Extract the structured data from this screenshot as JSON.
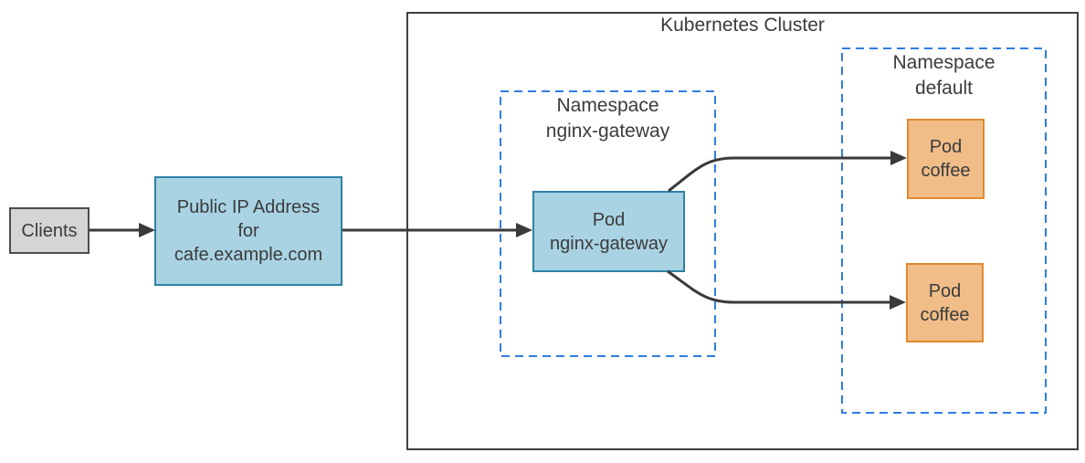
{
  "title": "Kubernetes Cluster",
  "nodes": {
    "clients": {
      "label": "Clients"
    },
    "public_ip": {
      "lines": [
        "Public IP Address",
        "for",
        "cafe.example.com"
      ]
    },
    "pod_gateway": {
      "lines": [
        "Pod",
        "nginx-gateway"
      ]
    },
    "pod_coffee_1": {
      "lines": [
        "Pod",
        "coffee"
      ]
    },
    "pod_coffee_2": {
      "lines": [
        "Pod",
        "coffee"
      ]
    }
  },
  "namespaces": {
    "nginx_gateway": {
      "lines": [
        "Namespace",
        "nginx-gateway"
      ]
    },
    "default": {
      "lines": [
        "Namespace",
        "default"
      ]
    }
  },
  "edges": [
    {
      "from": "clients",
      "to": "public_ip"
    },
    {
      "from": "public_ip",
      "to": "pod_gateway"
    },
    {
      "from": "pod_gateway",
      "to": "pod_coffee_1"
    },
    {
      "from": "pod_gateway",
      "to": "pod_coffee_2"
    }
  ],
  "colors": {
    "blue_fill": "#a9d3e3",
    "blue_border": "#2e81a4",
    "orange_fill": "#f0bd89",
    "orange_border": "#e0892f",
    "gray_fill": "#d5d5d5",
    "gray_border": "#4d4d4d",
    "cluster_border": "#3f3f3f",
    "namespace_dash": "#2e7de4",
    "arrow": "#3a3a3a",
    "text": "#3b3b3b",
    "background": "#ffffff"
  }
}
